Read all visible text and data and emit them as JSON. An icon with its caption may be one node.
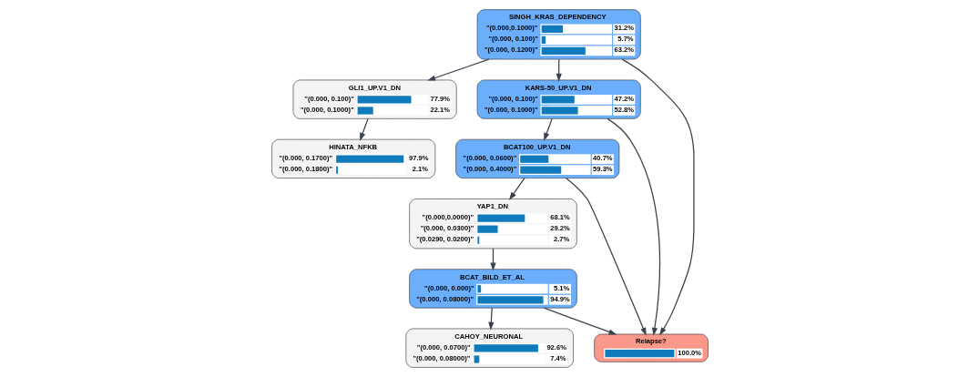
{
  "diagram": {
    "nodes": [
      {
        "text": [
          "GLI1_UP.V1_DN",
          "\"(0.000, 0.100)\"",
          "\"(0.000, 0.1000)\"",
          "77.9%",
          "22.1%"
        ]
      },
      {
        "text": [
          "SINGH_KRAS_DEPENDENCY",
          "\"(0.000,0.1000)\"",
          "\"(0.000, 0.100)\"",
          "\"(0.000, 0.1200)\"",
          "31.2%",
          "5.7%",
          "63.2%"
        ]
      },
      {
        "text": [
          "KARS-50_UP.V1_DN",
          "\"(0.000, 0.100)\"",
          "\"(0.000, 0.1000)\"",
          "47.2%",
          "52.8%"
        ]
      },
      {
        "text": [
          "HINATA_NFKB",
          "\"(0.000, 0.1700)\"",
          "\"(0.000, 0.1800)\"",
          "97.9%",
          "2.1%"
        ]
      },
      {
        "text": [
          "BCAT100_UP.V1_DN",
          "\"(0.000, 0.0600)\"",
          "\"(0.000, 0.4000)\"",
          "40.7%",
          "59.3%"
        ]
      },
      {
        "text": [
          "YAP1_DN",
          "\"(0.000,0.0000)\"",
          "\"(0.000, 0.0300)\"",
          "\"(0.0290, 0.0200)\"",
          "68.1%",
          "29.2%",
          "2.7%"
        ]
      },
      {
        "text": [
          "BCAT_BILD_ET_AL",
          "\"(0.000, 0.000)\"",
          "\"(0.000, 0.08000)\"",
          "5.1%",
          "94.9%"
        ]
      },
      {
        "text": [
          "CAHOY_NEURONAL",
          "\"(0.000, 0.0700)\"",
          "\"(0.000, 0.08000)\"",
          "92.6%",
          "7.4%"
        ]
      },
      {
        "text": [
          "Relapse?",
          "100.0%"
        ]
      }
    ],
    "edges": [
      {
        "from": 1,
        "to": 0,
        "arrow": "to"
      },
      {
        "from": 1,
        "to": 2,
        "arrow": "to"
      },
      {
        "from": 0,
        "to": 3,
        "arrow": "to"
      },
      {
        "from": 2,
        "to": 4,
        "arrow": "to"
      },
      {
        "from": 1,
        "to": 8,
        "arrow": "to"
      },
      {
        "from": 2,
        "to": 8,
        "arrow": "to"
      },
      {
        "from": 4,
        "to": 5,
        "arrow": "to"
      },
      {
        "from": 4,
        "to": 8,
        "arrow": "to"
      },
      {
        "from": 5,
        "to": 6,
        "arrow": "to"
      },
      {
        "from": 6,
        "to": 7,
        "arrow": "to"
      },
      {
        "from": 6,
        "to": 8,
        "arrow": "to"
      }
    ]
  }
}
